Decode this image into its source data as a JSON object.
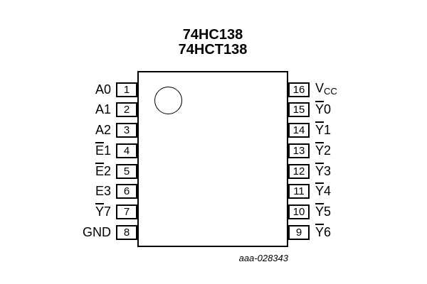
{
  "title": {
    "line1": "74HC138",
    "line2": "74HCT138"
  },
  "caption": "aaa-028343",
  "ic": {
    "left_pins": [
      {
        "number": "1",
        "pre": "",
        "post": "A0",
        "overline": false,
        "subscript": false
      },
      {
        "number": "2",
        "pre": "",
        "post": "A1",
        "overline": false,
        "subscript": false
      },
      {
        "number": "3",
        "pre": "",
        "post": "A2",
        "overline": false,
        "subscript": false
      },
      {
        "number": "4",
        "pre": "E",
        "post": "1",
        "overline": true,
        "subscript": false
      },
      {
        "number": "5",
        "pre": "E",
        "post": "2",
        "overline": true,
        "subscript": false
      },
      {
        "number": "6",
        "pre": "",
        "post": "E3",
        "overline": false,
        "subscript": false
      },
      {
        "number": "7",
        "pre": "Y",
        "post": "7",
        "overline": true,
        "subscript": false
      },
      {
        "number": "8",
        "pre": "",
        "post": "GND",
        "overline": false,
        "subscript": false
      }
    ],
    "right_pins": [
      {
        "number": "16",
        "pre": "V",
        "post": "CC",
        "overline": false,
        "subscript": true
      },
      {
        "number": "15",
        "pre": "Y",
        "post": "0",
        "overline": true,
        "subscript": false
      },
      {
        "number": "14",
        "pre": "Y",
        "post": "1",
        "overline": true,
        "subscript": false
      },
      {
        "number": "13",
        "pre": "Y",
        "post": "2",
        "overline": true,
        "subscript": false
      },
      {
        "number": "12",
        "pre": "Y",
        "post": "3",
        "overline": true,
        "subscript": false
      },
      {
        "number": "11",
        "pre": "Y",
        "post": "4",
        "overline": true,
        "subscript": false
      },
      {
        "number": "10",
        "pre": "Y",
        "post": "5",
        "overline": true,
        "subscript": false
      },
      {
        "number": "9",
        "pre": "Y",
        "post": "6",
        "overline": true,
        "subscript": false
      }
    ]
  },
  "colors": {
    "line": "#000000",
    "text": "#000000",
    "background": "#ffffff"
  }
}
